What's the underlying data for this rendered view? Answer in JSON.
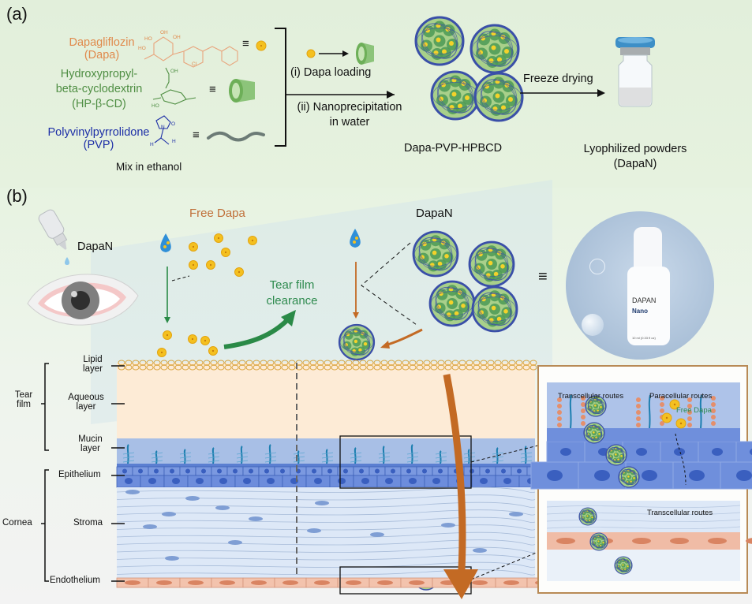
{
  "panel_a": {
    "label": "(a)",
    "components": [
      {
        "name_line1": "Dapagliflozin",
        "name_line2": "(Dapa)",
        "symbol": "yellow-drug-dot",
        "color": "#e08a4c"
      },
      {
        "name_line1": "Hydroxypropyl-",
        "name_line2": "beta-cyclodextrin",
        "name_line3": "(HP-β-CD)",
        "symbol": "green-cone-cylinder",
        "color": "#4f8e43"
      },
      {
        "name_line1": "Polyvinylpyrrolidone",
        "name_line2": "(PVP)",
        "symbol": "gray-polymer-chain",
        "color": "#1d2fa7"
      }
    ],
    "equiv_symbol": "≡",
    "mix_label": "Mix in ethanol",
    "step1_label": "(i) Dapa loading",
    "step2_line1": "(ii) Nanoprecipitation",
    "step2_line2": "in water",
    "product_label": "Dapa-PVP-HPBCD",
    "freeze_label": "Freeze drying",
    "powder_line1": "Lyophilized powders",
    "powder_line2": "(DapaN)",
    "chem_labels": {
      "oh": "OH",
      "ho": "HO",
      "cl": "Cl",
      "o": "O",
      "n": "N",
      "h": "H"
    }
  },
  "panel_b": {
    "label": "(b)",
    "eye_drop_label": "DapaN",
    "free_dapa_label": "Free Dapa",
    "dapan_label": "DapaN",
    "clearance_line1": "Tear film",
    "clearance_line2": "clearance",
    "equiv_symbol": "≡",
    "product_box": {
      "brand": "DAPAN",
      "sub": "Nano",
      "volume": "10 ml (0.33 fl oz)"
    },
    "tear_film_label_1": "Tear",
    "tear_film_label_2": "film",
    "cornea_label": "Cornea",
    "layers": [
      {
        "l1": "Lipid",
        "l2": "layer"
      },
      {
        "l1": "Aqueous",
        "l2": "layer"
      },
      {
        "l1": "Mucin",
        "l2": "layer"
      },
      {
        "l1": "Epithelium"
      },
      {
        "l1": "Stroma"
      },
      {
        "l1": "Endothelium"
      }
    ],
    "inset_top": {
      "transcellular": "Transcellular routes",
      "paracellular": "Paracellular routes",
      "free_dapa": "Free Dapa"
    },
    "inset_bottom": {
      "transcellular": "Transcellular routes"
    },
    "colors": {
      "lipid": "#d9a540",
      "aqueous": "#fdebd6",
      "mucin": "#a8bfe6",
      "epithelium": "#5b7fd1",
      "stroma": "#dde8f7",
      "endothelium": "#f0bca6",
      "arrow_brown": "#c36a24",
      "arrow_green": "#2a8a47",
      "inset_border": "#b88a55"
    }
  }
}
